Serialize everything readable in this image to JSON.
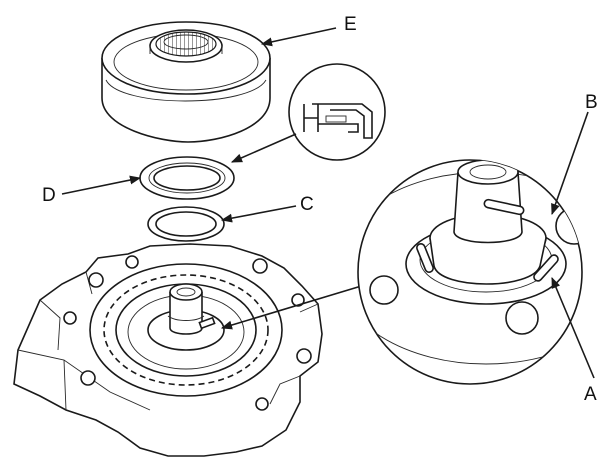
{
  "labels": {
    "a": "A",
    "b": "B",
    "c": "C",
    "d": "D",
    "e": "E"
  },
  "colors": {
    "ink": "#1a1a1a",
    "paper": "#ffffff",
    "shade": "#d9d9d9"
  }
}
